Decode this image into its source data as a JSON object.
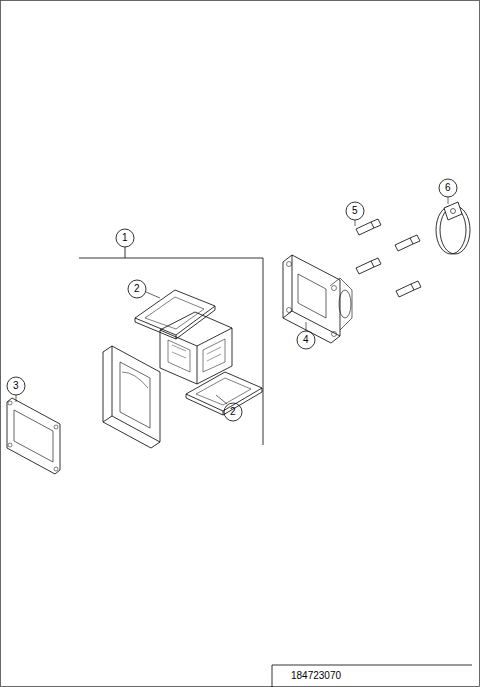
{
  "diagram": {
    "labels": [
      "6",
      "5",
      "1",
      "2",
      "4",
      "3",
      "2",
      "184723070"
    ]
  }
}
